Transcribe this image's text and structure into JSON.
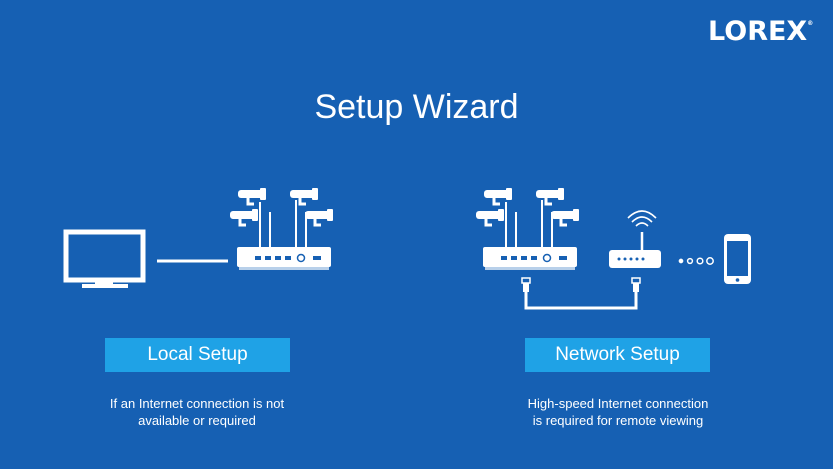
{
  "brand": {
    "name": "LOREX",
    "mark": "®"
  },
  "title": "Setup Wizard",
  "options": {
    "local": {
      "label": "Local Setup",
      "desc1": "If an Internet connection is not",
      "desc2": "available or required"
    },
    "network": {
      "label": "Network Setup",
      "desc1": "High-speed Internet connection",
      "desc2": "is required for remote viewing"
    }
  },
  "icons": [
    "monitor-icon",
    "nvr-icon",
    "camera-icon",
    "router-icon",
    "phone-icon",
    "ethernet-plug-icon"
  ],
  "colors": {
    "background": "#1660b3",
    "button": "#1fa2e6",
    "text": "#ffffff"
  }
}
